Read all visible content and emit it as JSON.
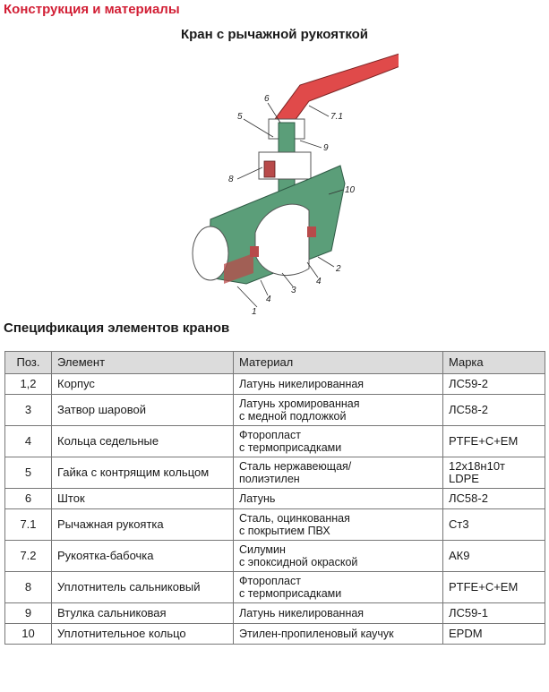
{
  "header": {
    "section_title": "Конструкция и материалы",
    "drawing_title": "Кран с рычажной рукояткой"
  },
  "drawing": {
    "callouts": [
      "1",
      "2",
      "3",
      "4",
      "4",
      "5",
      "6",
      "7.1",
      "8",
      "9",
      "10"
    ],
    "colors": {
      "handle": "#e04a4a",
      "body": "#5b9e79",
      "ball": "#ffffff",
      "seal": "#b84a4a"
    }
  },
  "spec": {
    "title": "Спецификация элементов кранов",
    "columns": [
      "Поз.",
      "Элемент",
      "Материал",
      "Марка"
    ],
    "rows": [
      {
        "pos": "1,2",
        "element": "Корпус",
        "material": [
          "Латунь никелированная"
        ],
        "grade": [
          "ЛС59-2"
        ]
      },
      {
        "pos": "3",
        "element": "Затвор шаровой",
        "material": [
          "Латунь хромированная",
          "с медной подложкой"
        ],
        "grade": [
          "ЛС58-2"
        ]
      },
      {
        "pos": "4",
        "element": "Кольца седельные",
        "material": [
          "Фторопласт",
          "с термоприсадками"
        ],
        "grade": [
          "PTFE+C+EM"
        ]
      },
      {
        "pos": "5",
        "element": "Гайка с контрящим кольцом",
        "material": [
          "Сталь нержавеющая/",
          "полиэтилен"
        ],
        "grade": [
          "12х18н10т",
          "LDPE"
        ]
      },
      {
        "pos": "6",
        "element": "Шток",
        "material": [
          "Латунь"
        ],
        "grade": [
          "ЛС58-2"
        ]
      },
      {
        "pos": "7.1",
        "element": "Рычажная рукоятка",
        "material": [
          "Сталь, оцинкованная",
          "с покрытием ПВХ"
        ],
        "grade": [
          "Ст3"
        ]
      },
      {
        "pos": "7.2",
        "element": "Рукоятка-бабочка",
        "material": [
          "Силумин",
          "с эпоксидной окраской"
        ],
        "grade": [
          "АК9"
        ]
      },
      {
        "pos": "8",
        "element": "Уплотнитель сальниковый",
        "material": [
          "Фторопласт",
          "с термоприсадками"
        ],
        "grade": [
          "PTFE+C+EM"
        ]
      },
      {
        "pos": "9",
        "element": "Втулка сальниковая",
        "material": [
          "Латунь никелированная"
        ],
        "grade": [
          "ЛС59-1"
        ]
      },
      {
        "pos": "10",
        "element": "Уплотнительное кольцо",
        "material": [
          "Этилен-пропиленовый каучук"
        ],
        "grade": [
          "EPDM"
        ]
      }
    ]
  }
}
